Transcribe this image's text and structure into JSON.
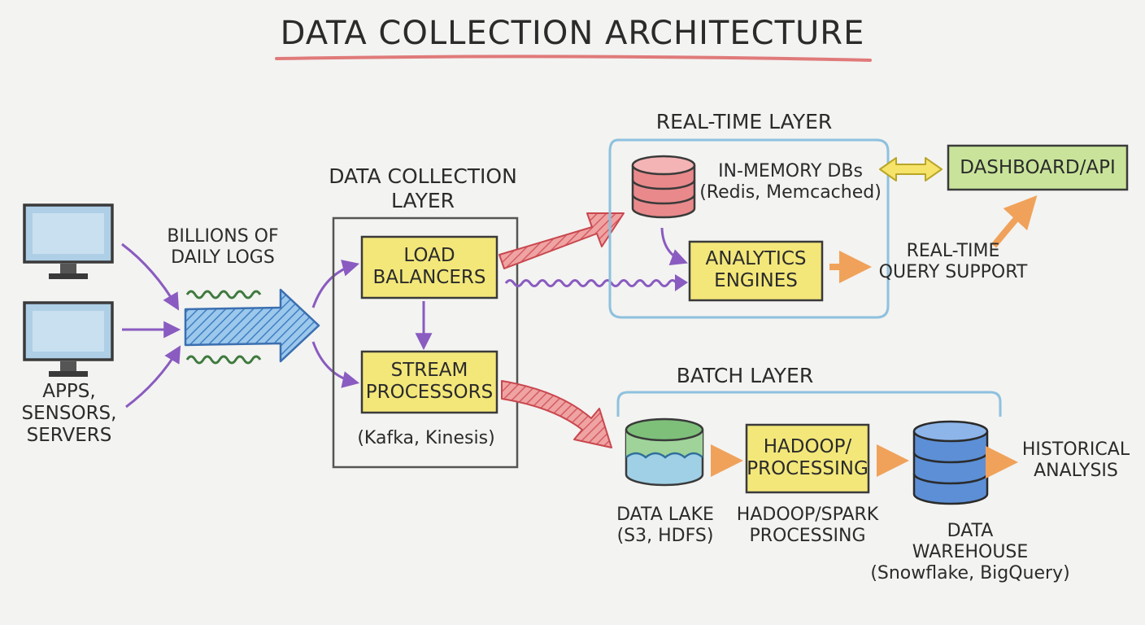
{
  "title": "DATA COLLECTION ARCHITECTURE",
  "sources": {
    "label": "APPS,\nSENSORS,\nSERVERS",
    "icon": "monitor-icon",
    "flow_label": "BILLIONS OF\nDAILY LOGS"
  },
  "collection_layer": {
    "title": "DATA COLLECTION\nLAYER",
    "load_balancers": "LOAD\nBALANCERS",
    "stream_processors": "STREAM\nPROCESSORS",
    "stream_note": "(Kafka, Kinesis)"
  },
  "realtime_layer": {
    "title": "REAL-TIME LAYER",
    "inmemory": "IN-MEMORY DBs\n(Redis, Memcached)",
    "analytics": "ANALYTICS\nENGINES",
    "query_support": "REAL-TIME\nQUERY SUPPORT",
    "dashboard": "DASHBOARD/API",
    "db_icon": "database-icon"
  },
  "batch_layer": {
    "title": "BATCH LAYER",
    "data_lake": "DATA LAKE\n(S3, HDFS)",
    "hadoop_box": "HADOOP/\nPROCESSING",
    "hadoop_caption": "HADOOP/SPARK\nPROCESSING",
    "warehouse": "DATA\nWAREHOUSE\n(Snowflake, BigQuery)",
    "historical": "HISTORICAL\nANALYSIS"
  },
  "colors": {
    "background": "#f3f3f1",
    "yellow_box": "#f3e77a",
    "green_box": "#c9e49a",
    "purple_arrow": "#8a5bc0",
    "red_arrow": "#dc6a6e",
    "orange_arrow": "#f0a25a",
    "blue_arrow": "#4a8cd0",
    "layer_border": "#8ec1de",
    "title_underline": "#e07a7a"
  }
}
